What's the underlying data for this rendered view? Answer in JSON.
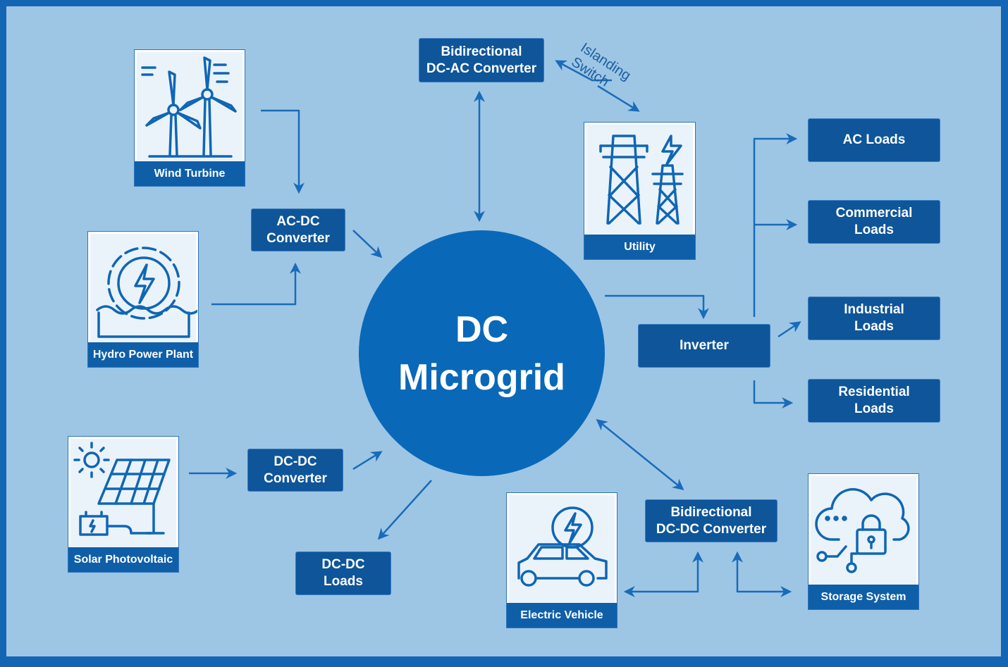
{
  "hub": {
    "title": "DC\nMicrogrid"
  },
  "sources": {
    "wind": {
      "caption": "Wind Turbine",
      "icon": "wind-turbine-icon"
    },
    "hydro": {
      "caption": "Hydro Power Plant",
      "icon": "hydro-plant-icon"
    },
    "solar": {
      "caption": "Solar Photovoltaic",
      "icon": "solar-panel-icon"
    }
  },
  "cards": {
    "utility": {
      "caption": "Utility",
      "icon": "power-tower-icon"
    },
    "ev": {
      "caption": "Electric Vehicle",
      "icon": "electric-car-icon"
    },
    "storage": {
      "caption": "Storage System",
      "icon": "cloud-storage-lock-icon"
    }
  },
  "converters": {
    "acdc": "AC-DC\nConverter",
    "dcdc": "DC-DC\nConverter",
    "bidir_ac": "Bidirectional\nDC-AC Converter",
    "bidir_dc": "Bidirectional\nDC-DC Converter",
    "inverter": "Inverter"
  },
  "loads": {
    "ac": "AC Loads",
    "commercial": "Commercial\nLoads",
    "industrial": "Industrial\nLoads",
    "residential": "Residential\nLoads",
    "dcdc": "DC-DC\nLoads"
  },
  "annotation": {
    "islanding": "Islanding\nSwitch"
  },
  "colors": {
    "border": "#1565b5",
    "background": "#9dc6e5",
    "box": "#0e5599",
    "hub": "#0a68b8",
    "arrow": "#1a6bb8",
    "icon": "#1066b4"
  }
}
